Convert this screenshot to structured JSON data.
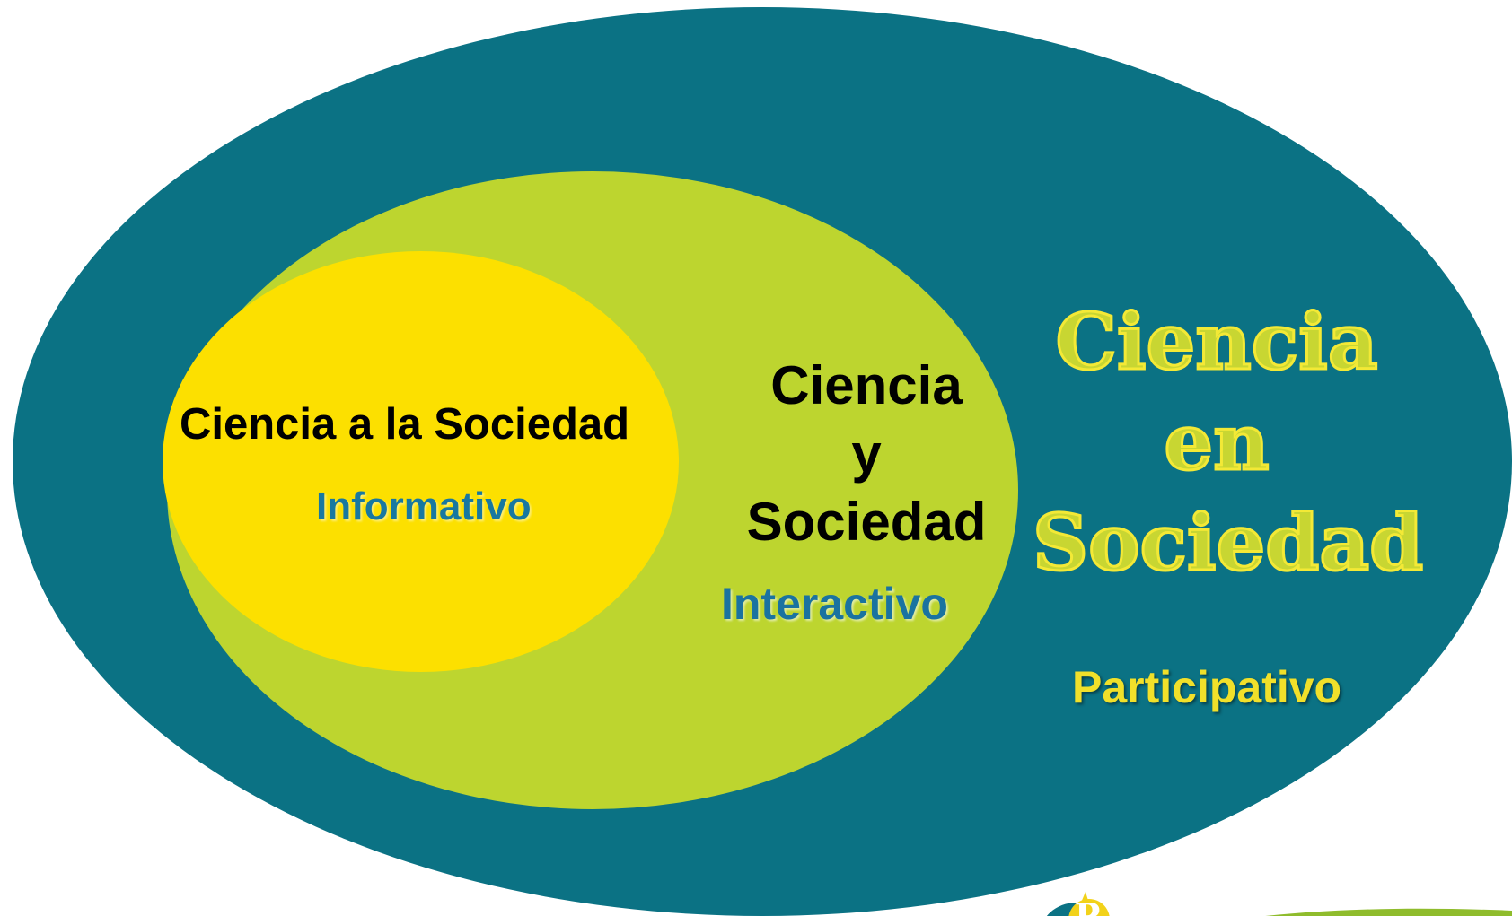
{
  "colors": {
    "outer": "#0b7284",
    "middle": "#bdd52f",
    "inner": "#fce000",
    "outer_title_fill": "#c8d632",
    "informativo_text": "#1878a0",
    "interactivo_text": "#1a73a0",
    "participativo_text": "#f1e02a",
    "logo_yellow": "#f2d21a",
    "logo_green": "#8fbc2c"
  },
  "inner_circle": {
    "title": "Ciencia a la Sociedad",
    "mode": "Informativo"
  },
  "middle_circle": {
    "title_lines": [
      "Ciencia",
      "y",
      "Sociedad"
    ],
    "mode": "Interactivo"
  },
  "outer_circle": {
    "title_lines": [
      "Ciencia",
      "en",
      "Sociedad"
    ],
    "mode": "Participativo"
  },
  "logo": {
    "icon": "logo-partial-icon"
  }
}
